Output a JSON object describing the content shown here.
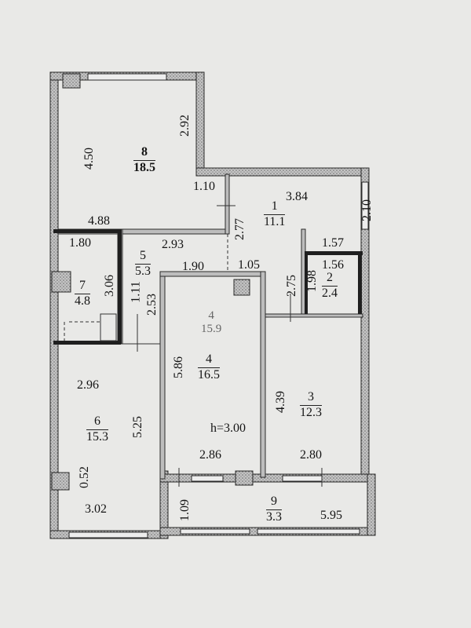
{
  "plan": {
    "ceiling_height": "h=3.00",
    "colors": {
      "background": "#e9e9e7",
      "wall_fill": "#bdbdbd",
      "wall_stroke": "#2a2a2a",
      "text": "#141414"
    },
    "rooms": [
      {
        "id": "1",
        "number": "1",
        "area": "11.1"
      },
      {
        "id": "2",
        "number": "2",
        "area": "2.4"
      },
      {
        "id": "3",
        "number": "3",
        "area": "12.3"
      },
      {
        "id": "4",
        "number": "4",
        "area": "16.5"
      },
      {
        "id": "5",
        "number": "5",
        "area": "5.3"
      },
      {
        "id": "6",
        "number": "6",
        "area": "15.3"
      },
      {
        "id": "7",
        "number": "7",
        "area": "4.8"
      },
      {
        "id": "8",
        "number": "8",
        "area": "18.5"
      },
      {
        "id": "9",
        "number": "9",
        "area": "3.3"
      }
    ],
    "ghost_label": {
      "number": "4",
      "area": "15.9"
    },
    "dimensions": {
      "r8_height": "4.50",
      "r8_width": "4.88",
      "r8_right": "2.92",
      "corridor_top": "1.10",
      "r1_width": "3.84",
      "r1_right": "2.10",
      "r1_left": "2.77",
      "r2_top_outer": "1.57",
      "r2_width": "1.56",
      "r2_height": "1.98",
      "hall_right": "2.75",
      "r7_width": "1.80",
      "r7_height": "3.06",
      "r5_width": "2.93",
      "r5_height": "1.11",
      "r5_inner": "2.53",
      "r4_top": "1.90",
      "r4_top_right": "1.05",
      "r4_height": "5.86",
      "r4_width": "2.86",
      "r3_height": "4.39",
      "r3_width": "2.80",
      "r6_top": "2.96",
      "r6_height": "5.25",
      "r6_niche": "0.52",
      "r6_width": "3.02",
      "r9_height": "1.09",
      "r9_width": "5.95"
    }
  }
}
